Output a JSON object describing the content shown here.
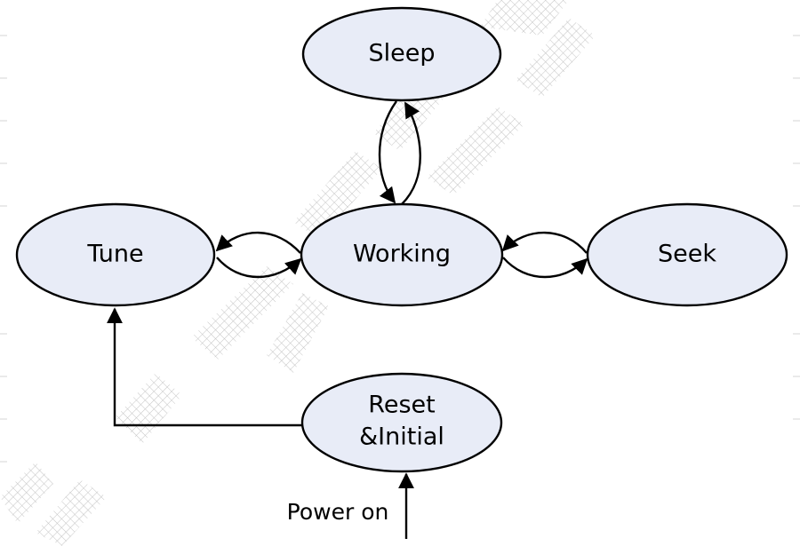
{
  "nodes": {
    "sleep": "Sleep",
    "tune": "Tune",
    "working": "Working",
    "seek": "Seek",
    "reset": [
      "Reset",
      "&Initial"
    ]
  },
  "edges": {
    "power_on": "Power on"
  },
  "colors": {
    "node_fill": "#e8ecf7",
    "stroke": "#000000"
  }
}
